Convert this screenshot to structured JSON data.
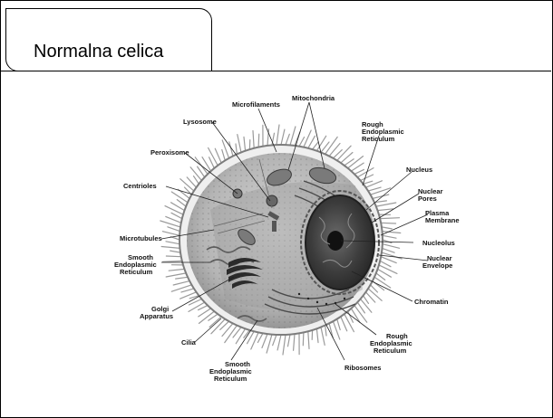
{
  "slide": {
    "title": "Normalna celica"
  },
  "diagram": {
    "labels": {
      "microfilaments": "Microfilaments",
      "mitochondria": "Mitochondria",
      "lysosome": "Lysosome",
      "rough_er_top": [
        "Rough",
        "Endoplasmic",
        "Reticulum"
      ],
      "peroxisome": "Peroxisome",
      "nucleus": "Nucleus",
      "centrioles": "Centrioles",
      "nuclear_pores": [
        "Nuclear",
        "Pores"
      ],
      "plasma_membrane": [
        "Plasma",
        "Membrane"
      ],
      "microtubules": "Microtubules",
      "nucleolus": "Nucleolus",
      "smooth_er_left": [
        "Smooth",
        "Endoplasmic",
        "Reticulum"
      ],
      "nuclear_envelope": [
        "Nuclear",
        "Envelope"
      ],
      "chromatin": "Chromatin",
      "golgi": [
        "Golgi",
        "Apparatus"
      ],
      "rough_er_bottom": [
        "Rough",
        "Endoplasmic",
        "Reticulum"
      ],
      "cilia": "Cilia",
      "ribosomes": "Ribosomes",
      "smooth_er_bottom": [
        "Smooth",
        "Endoplasmic",
        "Reticulum"
      ]
    }
  }
}
